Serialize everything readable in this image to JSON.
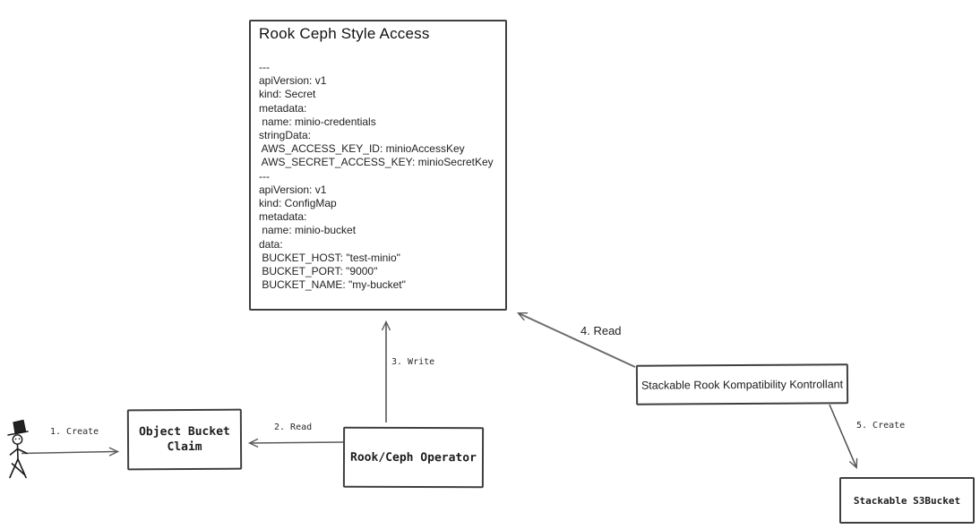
{
  "big_box": {
    "title": "Rook Ceph Style Access",
    "yaml_lines": [
      "---",
      "apiVersion: v1",
      "kind: Secret",
      "metadata:",
      " name: minio-credentials",
      "stringData:",
      " AWS_ACCESS_KEY_ID: minioAccessKey",
      " AWS_SECRET_ACCESS_KEY: minioSecretKey",
      "---",
      "apiVersion: v1",
      "kind: ConfigMap",
      "metadata:",
      " name: minio-bucket",
      "data:",
      " BUCKET_HOST: \"test-minio\"",
      " BUCKET_PORT: \"9000\"",
      " BUCKET_NAME: \"my-bucket\""
    ]
  },
  "nodes": {
    "object_bucket_claim": {
      "label": "Object Bucket Claim"
    },
    "rook_ceph_operator": {
      "label": "Rook/Ceph Operator"
    },
    "stackable_rook_kompatibility_kontrollant": {
      "label": "Stackable Rook Kompatibility Kontrollant"
    },
    "stackable_s3bucket": {
      "label": "Stackable S3Bucket"
    },
    "user": {
      "description": "stick figure user with top hat"
    }
  },
  "edges": [
    {
      "label": "1. Create",
      "from": "user",
      "to": "object_bucket_claim"
    },
    {
      "label": "2. Read",
      "from": "rook_ceph_operator",
      "to": "object_bucket_claim"
    },
    {
      "label": "3. Write",
      "from": "rook_ceph_operator",
      "to": "rook_ceph_style_access"
    },
    {
      "label": "4. Read",
      "from": "stackable_rook_kompatibility_kontrollant",
      "to": "rook_ceph_style_access"
    },
    {
      "label": "5. Create",
      "from": "stackable_rook_kompatibility_kontrollant",
      "to": "stackable_s3bucket"
    }
  ],
  "colors": {
    "line": "#5a5a5a",
    "border": "#3f3f3f",
    "text": "#1c1c1c",
    "background": "#ffffff"
  }
}
